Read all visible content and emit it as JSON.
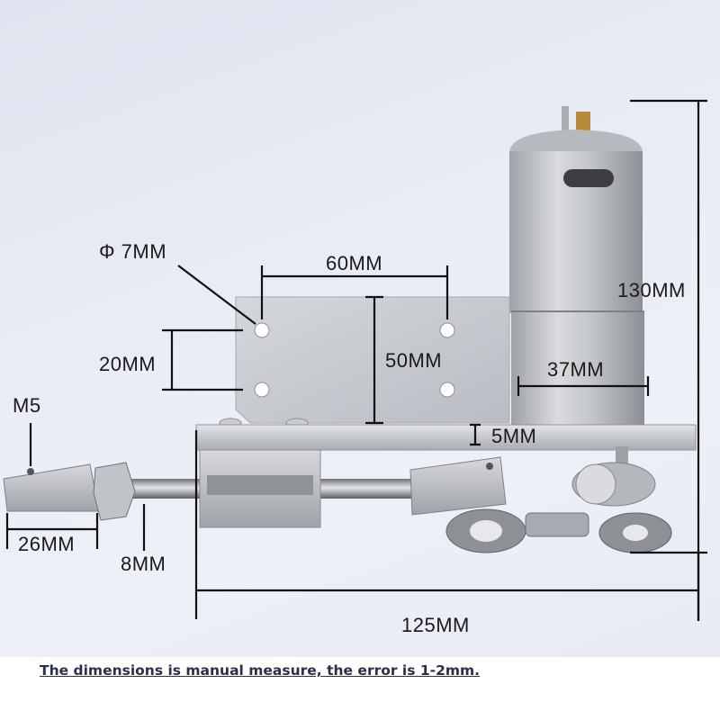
{
  "dimensions": {
    "hole_diameter": "Φ 7MM",
    "hole_spacing_horizontal": "60MM",
    "total_height": "130MM",
    "hole_spacing_vertical": "20MM",
    "plate_height": "50MM",
    "motor_diameter": "37MM",
    "plate_thickness": "5MM",
    "thread": "M5",
    "end_block_length": "26MM",
    "rod_diameter": "8MM",
    "total_length": "125MM"
  },
  "footnote": "The dimensions is manual measure, the error is 1-2mm."
}
